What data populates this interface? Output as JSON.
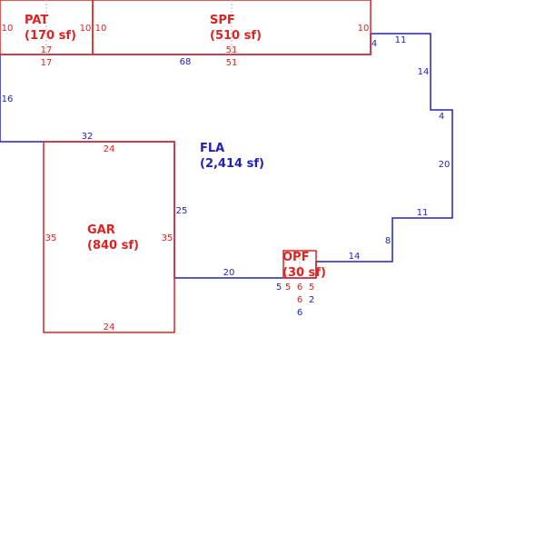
{
  "colors": {
    "living": "#2222bb",
    "other": "#dd2222",
    "divider": "#bbbbbb"
  },
  "areas": {
    "pat": {
      "name": "PAT",
      "size": "(170 sf)"
    },
    "spf": {
      "name": "SPF",
      "size": "(510 sf)"
    },
    "fla": {
      "name": "FLA",
      "size": "(2,414 sf)"
    },
    "gar": {
      "name": "GAR",
      "size": "(840 sf)"
    },
    "opf": {
      "name": "OPF",
      "size": "(30 sf)"
    }
  },
  "dims": {
    "fla": [
      "68",
      "4",
      "11",
      "14",
      "4",
      "20",
      "11",
      "8",
      "14",
      "20",
      "25",
      "32",
      "16",
      "2",
      "5",
      "6"
    ],
    "pat": [
      "10",
      "10",
      "17",
      "17"
    ],
    "spf": [
      "10",
      "10",
      "51",
      "51"
    ],
    "gar": [
      "24",
      "24",
      "35",
      "35"
    ],
    "opf": [
      "5",
      "5",
      "6",
      "6"
    ]
  }
}
